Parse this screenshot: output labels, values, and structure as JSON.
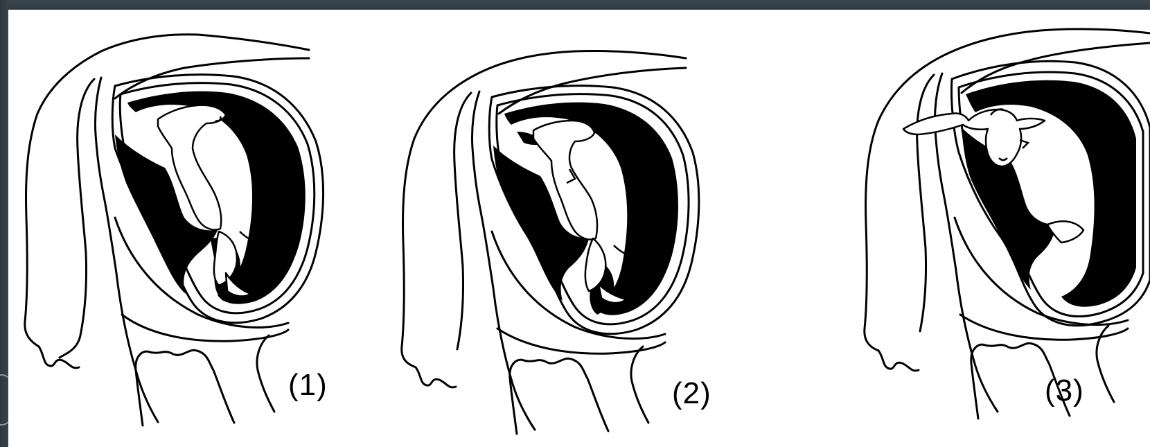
{
  "figure": {
    "panels": [
      {
        "label": "(1)"
      },
      {
        "label": "(2)"
      },
      {
        "label": "(3)"
      }
    ]
  },
  "colors": {
    "ink": "#000000",
    "paper": "#ffffff",
    "frame": "#2f3b42"
  },
  "icons": {
    "panel_art": "calf-in-uterus-illustration-icon"
  }
}
